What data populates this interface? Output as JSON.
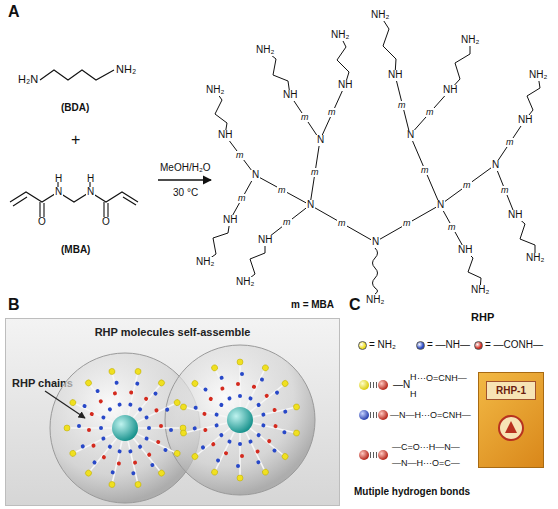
{
  "diagram": {
    "nodes": [
      {
        "text": [
          "RHP molecules self-assemble",
          "RHP chains"
        ]
      },
      {
        "text": [
          "RHP-1"
        ]
      }
    ],
    "labels": [
      "A",
      "H₂N",
      "NH₂",
      "(BDA)",
      "+",
      "H",
      "N",
      "H",
      "N",
      "O",
      "O",
      "(MBA)",
      "MeOH/H₂O",
      "30 °C",
      "N",
      "N",
      "N",
      "N",
      "N",
      "N",
      "N",
      "NH",
      "NH",
      "NH",
      "NH",
      "NH",
      "NH",
      "NH",
      "NH",
      "NH",
      "NH",
      "NH₂",
      "NH₂",
      "NH₂",
      "NH₂",
      "NH₂",
      "NH₂",
      "NH₂",
      "NH₂",
      "NH₂",
      "NH₂",
      "NH₂",
      "m",
      "m",
      "m",
      "m",
      "m",
      "m",
      "m",
      "m",
      "m",
      "m",
      "m",
      "m",
      "m",
      "m",
      "m",
      "m",
      "B",
      "m = MBA",
      "C",
      "RHP",
      "—N",
      "H",
      "H",
      "···O=CNH—",
      "—N—H···O=CNH—",
      "—C=O···H—N—",
      "—N—H···O=C—",
      "Mutiple hydrogen bonds"
    ],
    "legend": [
      {
        "text": "= NH₂",
        "color": "#f0e020"
      },
      {
        "text": "= —NH—",
        "color": "#2848c8"
      },
      {
        "text": "= —CONH—",
        "color": "#d42a1e"
      }
    ]
  }
}
